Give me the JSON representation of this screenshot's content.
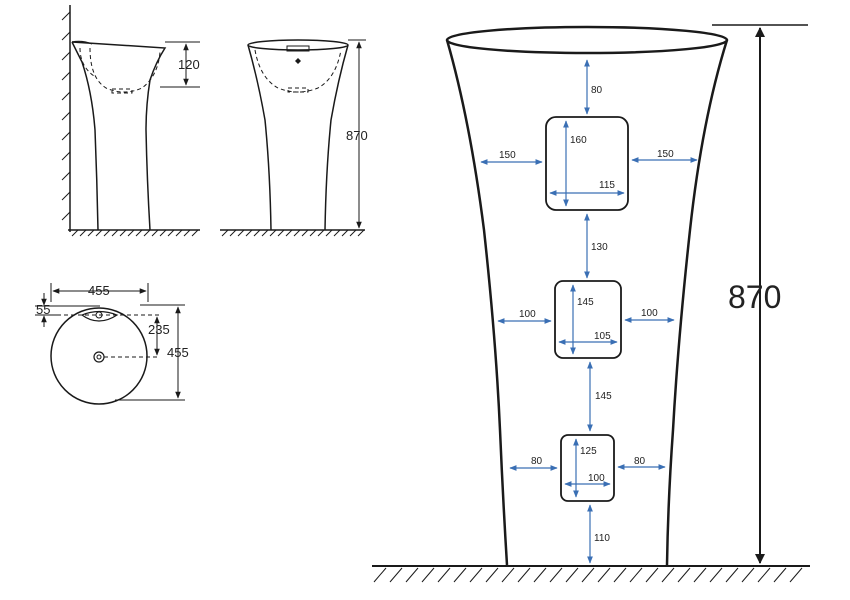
{
  "side_view": {
    "dim_height": "120"
  },
  "front_view": {
    "dim_height": "870"
  },
  "top_view": {
    "dim_width": "455",
    "dim_offset": "55",
    "dim_center": "235",
    "dim_depth": "455"
  },
  "main_view": {
    "dim_total_height": "870",
    "dim_top_gap": "80",
    "panel_large": {
      "left": "150",
      "right": "150",
      "height": "160",
      "width": "115"
    },
    "dim_gap_1": "130",
    "panel_medium": {
      "left": "100",
      "right": "100",
      "height": "145",
      "width": "105"
    },
    "dim_gap_2": "145",
    "panel_small": {
      "left": "80",
      "right": "80",
      "height": "125",
      "width": "100"
    },
    "dim_bottom_gap": "110"
  },
  "colors": {
    "line": "#1a1a1a",
    "dimension_arrow": "#3a6fb4"
  }
}
